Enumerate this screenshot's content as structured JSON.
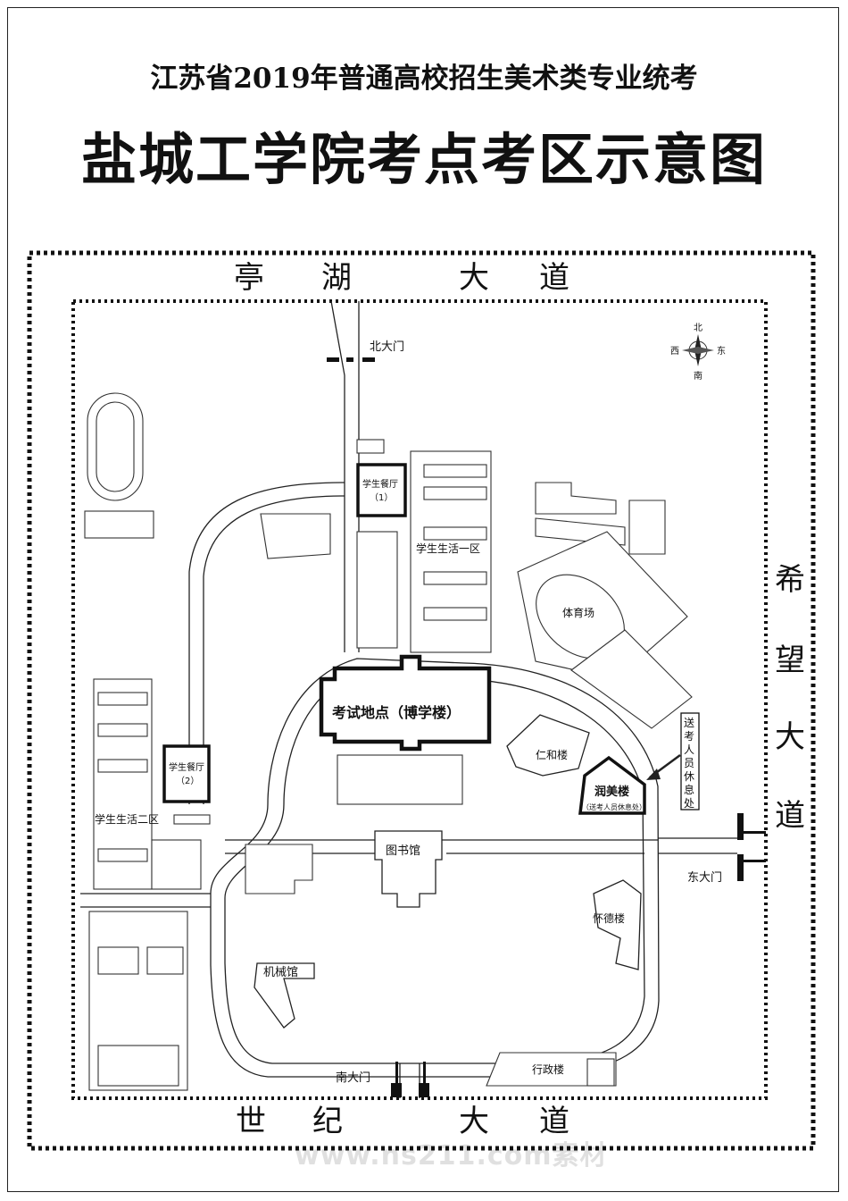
{
  "header": {
    "subtitle": "江苏省2019年普通高校招生美术类专业统考",
    "title": "盐城工学院考点考区示意图"
  },
  "roads": {
    "north": [
      "亭",
      "湖",
      "大",
      "道"
    ],
    "south": [
      "世",
      "纪",
      "大",
      "道"
    ],
    "east": [
      "希",
      "望",
      "大",
      "道"
    ]
  },
  "compass": {
    "north": "北",
    "south": "南",
    "east": "东",
    "west": "西"
  },
  "gates": {
    "north": "北大门",
    "east": "东大门",
    "south": "南大门"
  },
  "buildings": {
    "canteen1": {
      "line1": "学生餐厅",
      "line2": "（1）"
    },
    "canteen2": {
      "line1": "学生餐厅",
      "line2": "（2）"
    },
    "dorm1": "学生生活一区",
    "dorm2": "学生生活二区",
    "stadium": "体育场",
    "exam": "考试地点（博学楼）",
    "renhe": "仁和楼",
    "runmei": "润美楼",
    "runmei_note": "（送考人员休息处）",
    "library": "图书馆",
    "huaide": "怀德楼",
    "jixie": "机械馆",
    "xingzheng": "行政楼"
  },
  "rest_area": [
    "送",
    "考",
    "人",
    "员",
    "休",
    "息",
    "处"
  ],
  "watermark": "www.ns211.com素材"
}
